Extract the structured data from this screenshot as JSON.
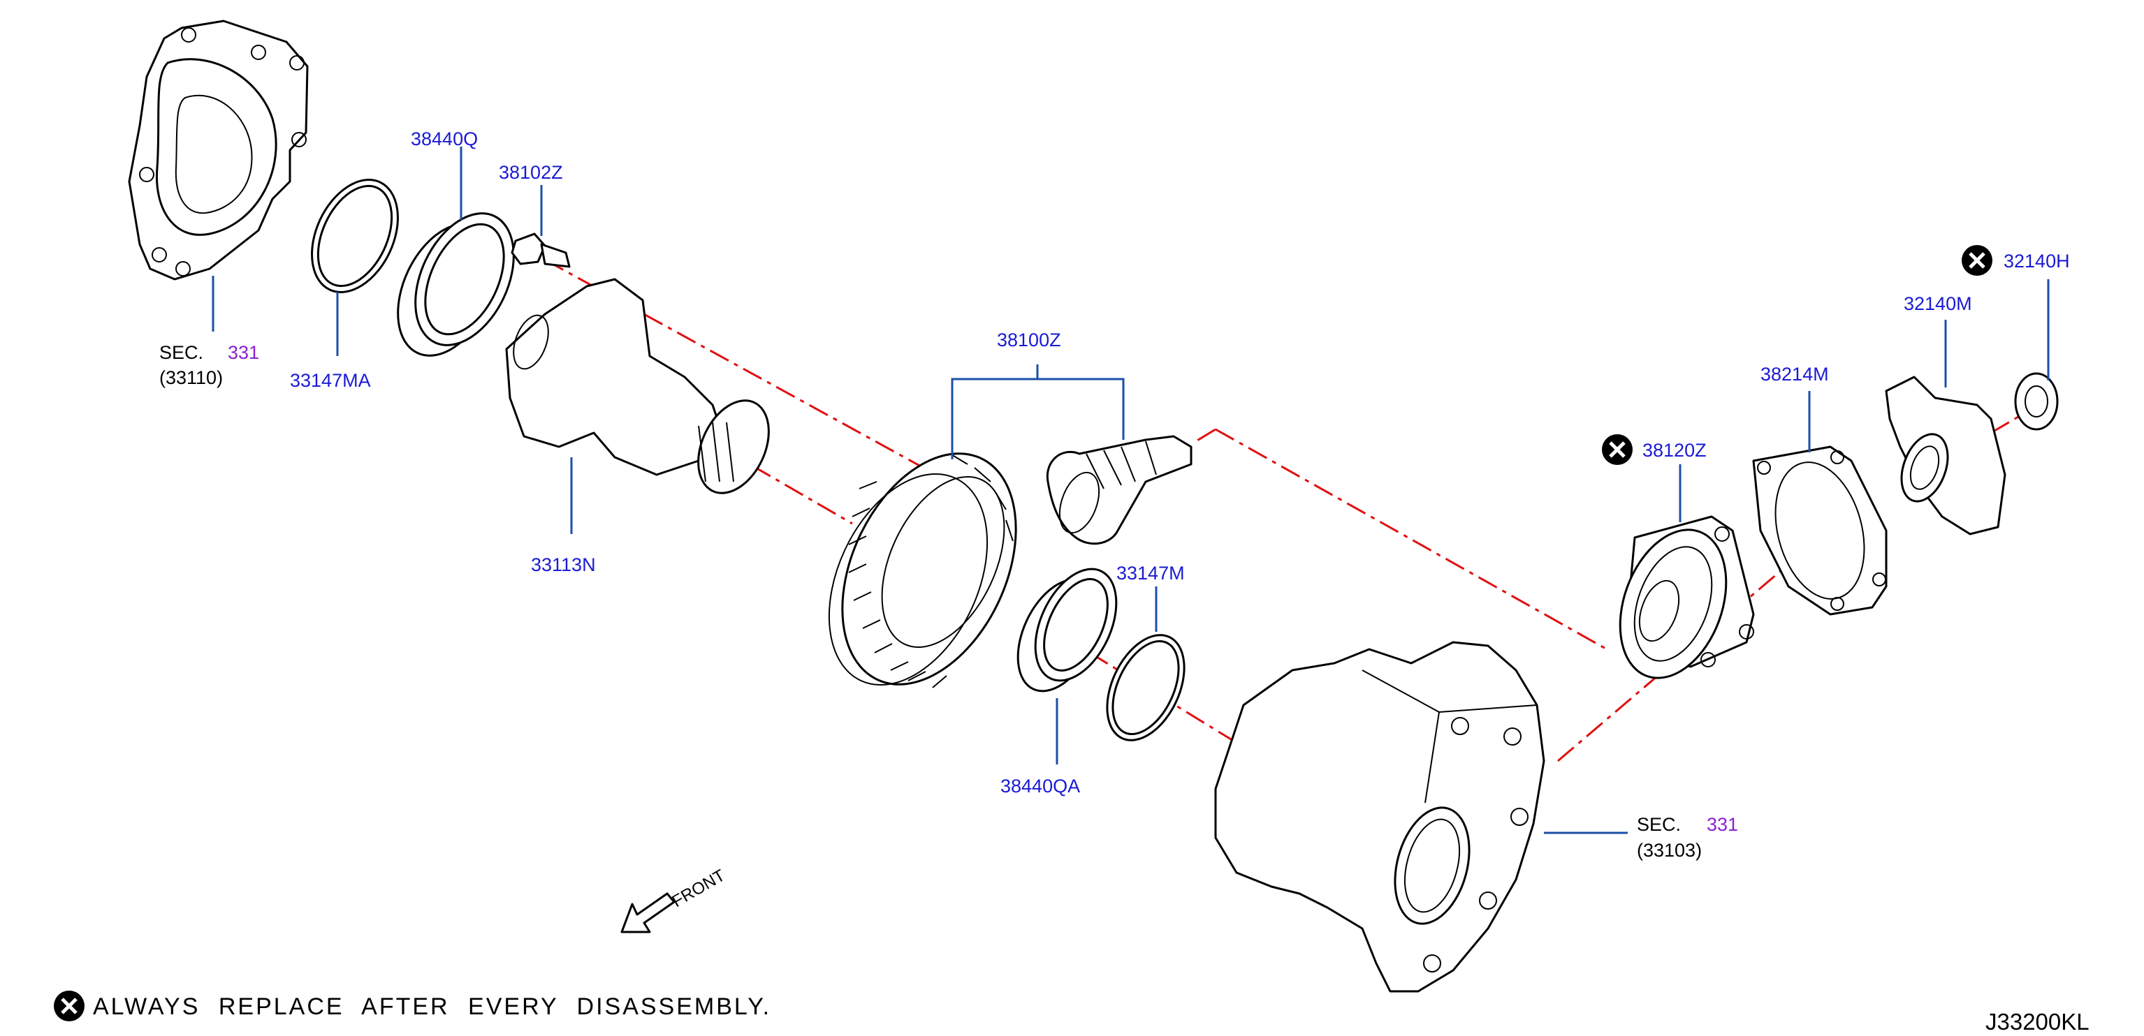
{
  "parts": {
    "p38440Q": "38440Q",
    "p38102Z": "38102Z",
    "p33147MA": "33147MA",
    "p33113N": "33113N",
    "p38100Z": "38100Z",
    "p33147M": "33147M",
    "p38440QA": "38440QA",
    "p38120Z": "38120Z",
    "p38214M": "38214M",
    "p32140M": "32140M",
    "p32140H": "32140H"
  },
  "sections": {
    "rear": {
      "prefix": "SEC.",
      "number": "331",
      "subcode": "(33110)"
    },
    "case": {
      "prefix": "SEC.",
      "number": "331",
      "subcode": "(33103)"
    }
  },
  "front_label": "FRONT",
  "note": "ALWAYS REPLACE AFTER EVERY DISASSEMBLY.",
  "diagram_code": "J33200KL",
  "colors": {
    "part_label": "#1a1ad4",
    "section_link": "#8a1fd6",
    "leader": "#1c4fa8",
    "axis_line": "#e01010"
  },
  "icons": {
    "replace_marker": "circled-x-icon",
    "front_arrow": "front-arrow-icon"
  }
}
